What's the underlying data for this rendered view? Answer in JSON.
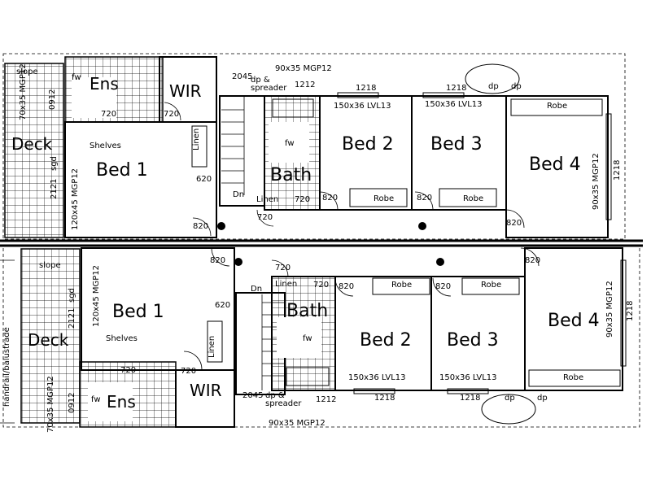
{
  "upper": {
    "rooms": {
      "ens": "Ens",
      "wir": "WIR",
      "bed1": "Bed 1",
      "bed2": "Bed 2",
      "bed3": "Bed 3",
      "bed4": "Bed 4",
      "bath": "Bath",
      "deck": "Deck"
    },
    "labels": {
      "slope": "slope",
      "fw": "fw",
      "fw2": "fw",
      "shelves": "Shelves",
      "linen": "Linen",
      "linen2": "Linen",
      "dn": "Dn",
      "robe2": "Robe",
      "robe3": "Robe",
      "robe4": "Robe",
      "sgd": "sgd",
      "dp": "dp",
      "dp2": "dp",
      "dp_spreader": "dp &",
      "spreader": "spreader"
    },
    "dims": {
      "beam_top": "90x35 MGP12",
      "d1212": "1212",
      "d1218a": "1218",
      "d1218b": "1218",
      "d1218c": "1218",
      "lvl_bed2": "150x36 LVL13",
      "lvl_bed3": "150x36 LVL13",
      "d2045": "2045",
      "d720a": "720",
      "d720b": "720",
      "d720c": "720",
      "d720d": "720",
      "d620": "620",
      "d820a": "820",
      "d820b": "820",
      "d820c": "820",
      "d820d": "820",
      "mgp_bed1": "120x45 MGP12",
      "d2121": "2121",
      "mgp_bed4": "90x35 MGP12",
      "d0912": "0912",
      "mgp_ens": "70x35 MGP12"
    }
  },
  "lower": {
    "rooms": {
      "ens": "Ens",
      "wir": "WIR",
      "bed1": "Bed 1",
      "bed2": "Bed 2",
      "bed3": "Bed 3",
      "bed4": "Bed 4",
      "bath": "Bath",
      "deck": "Deck"
    },
    "labels": {
      "slope": "slope",
      "fw": "fw",
      "fw2": "fw",
      "shelves": "Shelves",
      "linen": "Linen",
      "linen2": "Linen",
      "dn": "Dn",
      "robe2": "Robe",
      "robe3": "Robe",
      "robe4": "Robe",
      "sgd": "sgd",
      "dp": "dp",
      "dp2": "dp",
      "dp_spreader": "dp &",
      "spreader": "spreader",
      "handrail": "handrail/balustrade"
    },
    "dims": {
      "beam_bottom": "90x35 MGP12",
      "d1212": "1212",
      "d1218a": "1218",
      "d1218b": "1218",
      "d1218c": "1218",
      "lvl_bed2": "150x36 LVL13",
      "lvl_bed3": "150x36 LVL13",
      "d2045": "2045",
      "d720a": "720",
      "d720b": "720",
      "d720c": "720",
      "d720d": "720",
      "d620": "620",
      "d820a": "820",
      "d820b": "820",
      "d820c": "820",
      "d820d": "820",
      "mgp_bed1": "120x45 MGP12",
      "d2121": "2121",
      "mgp_bed4": "90x35 MGP12",
      "d0912": "0912",
      "mgp_ens": "70x35 MGP12"
    }
  }
}
